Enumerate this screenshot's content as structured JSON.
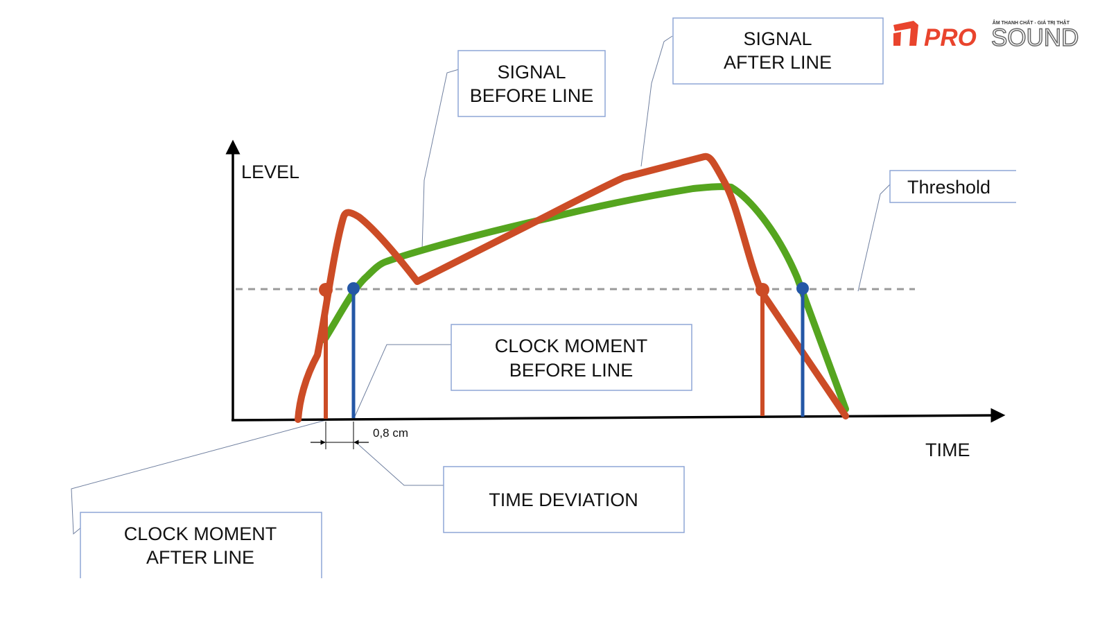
{
  "colors": {
    "signal_before": "#55a51f",
    "signal_after": "#cc4c26",
    "clock_before": "#2457a6",
    "clock_after": "#cc4c26",
    "threshold": "#9a9a9a",
    "axis": "#000000",
    "box_border": "#8ea5d6",
    "logo_red": "#e9442d",
    "logo_gray": "#666666"
  },
  "axes": {
    "y_label": "LEVEL",
    "x_label": "TIME"
  },
  "labels": {
    "signal_before": [
      "SIGNAL",
      "BEFORE LINE"
    ],
    "signal_after": [
      "SIGNAL",
      "AFTER LINE"
    ],
    "threshold": "Threshold",
    "clock_before": [
      "CLOCK MOMENT",
      "BEFORE LINE"
    ],
    "clock_after": [
      "CLOCK MOMENT",
      "AFTER LINE"
    ],
    "time_deviation": "TIME DEVIATION",
    "measure": "0,8 cm"
  },
  "logo": {
    "tagline": "ÂM THANH CHẤT - GIÁ TRỊ THẬT",
    "part1": "PRO",
    "part2": "SOUND"
  }
}
